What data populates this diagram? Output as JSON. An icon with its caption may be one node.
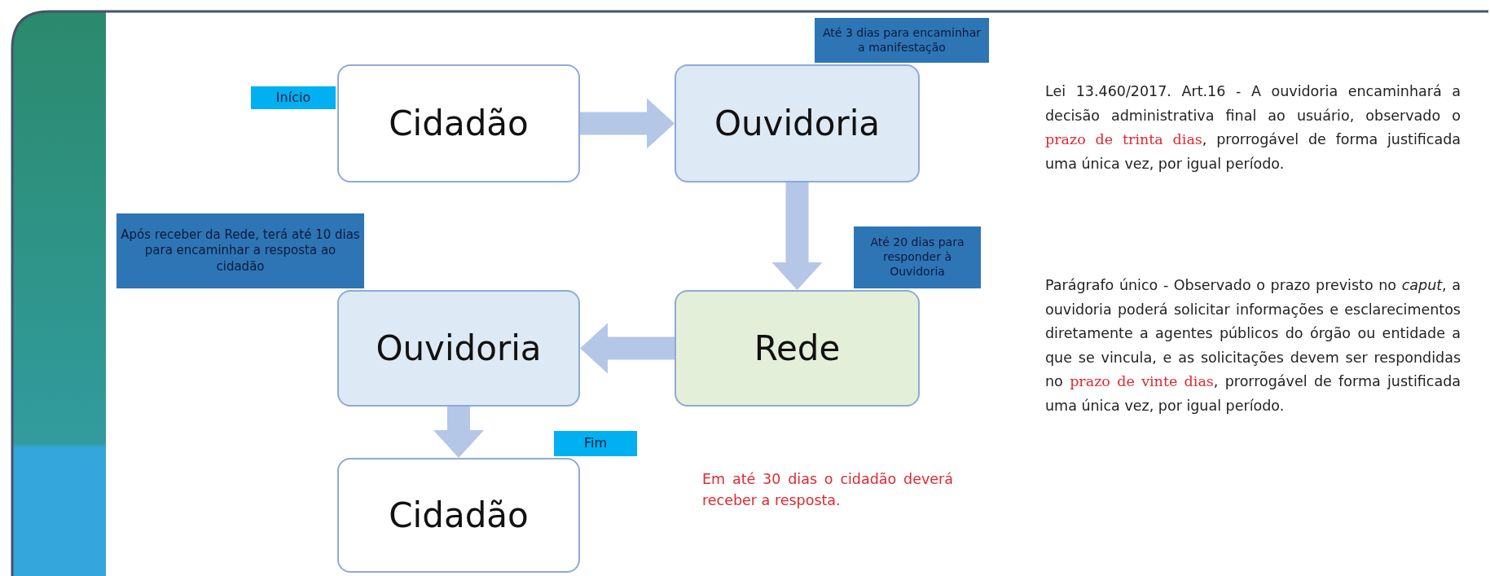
{
  "diagram": {
    "nodes": [
      {
        "text": [
          "Cidadão"
        ],
        "beside": [
          "Início"
        ]
      },
      {
        "text": [
          "Ouvidoria"
        ],
        "beside": [
          "Até 3 dias para encaminhar a manifestação"
        ]
      },
      {
        "text": [
          "Ouvidoria"
        ],
        "beside": [
          "Após receber da Rede, terá até 10 dias para encaminhar a resposta ao cidadão"
        ]
      },
      {
        "text": [
          "Rede"
        ],
        "beside": [
          "Até 20 dias para responder à Ouvidoria"
        ]
      },
      {
        "text": [
          "Cidadão"
        ],
        "beside": [
          "Fim"
        ]
      }
    ],
    "edges": [
      {
        "from": 0,
        "to": 1,
        "arrow": "to"
      },
      {
        "from": 1,
        "to": 3,
        "arrow": "to"
      },
      {
        "from": 3,
        "to": 2,
        "arrow": "to"
      },
      {
        "from": 2,
        "to": 4,
        "arrow": "to"
      }
    ],
    "labels": [
      "Em até 30 dias o cidadão deverá receber a resposta.",
      "Lei 13.460/2017. Art.16 - A ouvidoria encaminhará a decisão administrativa final ao usuário, observado o **prazo de trinta dias**, prorrogável de forma justificada uma única vez, por igual período.",
      "Parágrafo único - Observado o prazo previsto no *caput*, a ouvidoria poderá solicitar informações e esclarecimentos diretamente a agentes públicos do órgão ou entidade a que se vincula, e as solicitações devem ser respondidas no **prazo de vinte dias**, prorrogável de forma justificada uma única vez, por igual período."
    ]
  }
}
